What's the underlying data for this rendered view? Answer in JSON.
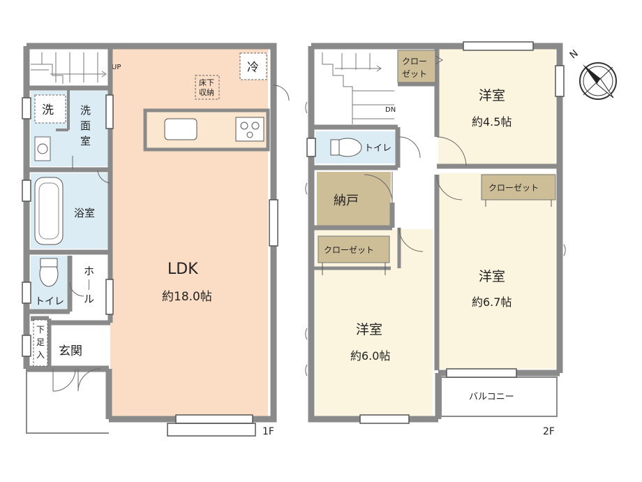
{
  "floor1": {
    "stairs_up": "UP",
    "fridge": "冷",
    "underfloor_storage_line1": "床下",
    "underfloor_storage_line2": "収納",
    "washer": "洗",
    "washroom_line1": "洗",
    "washroom_line2": "面",
    "washroom_line3": "室",
    "bath": "浴室",
    "toilet": "トイレ",
    "hall_line1": "ホ",
    "hall_line2": "｜",
    "hall_line3": "ル",
    "shoe_storage_line1": "下",
    "shoe_storage_line2": "足",
    "shoe_storage_line3": "入",
    "entrance": "玄関",
    "ldk_name": "LDK",
    "ldk_size": "約18.0帖",
    "floor_label": "1F"
  },
  "floor2": {
    "stairs_down": "DN",
    "closet_small_line1": "クロー",
    "closet_small_line2": "ゼット",
    "room_a_name": "洋室",
    "room_a_size": "約4.5帖",
    "toilet": "トイレ",
    "storage": "納戸",
    "closet_b": "クローゼット",
    "closet_c": "クローゼット",
    "room_b_name": "洋室",
    "room_b_size": "約6.7帖",
    "room_c_name": "洋室",
    "room_c_size": "約6.0帖",
    "balcony": "バルコニー",
    "floor_label": "2F"
  },
  "compass": {
    "north": "N"
  },
  "colors": {
    "wall": "#8a8a8a",
    "ldk_floor": "#fbdcc4",
    "wet_area": "#dcecf5",
    "bedroom": "#fbf4de",
    "storage": "#cdbe98",
    "counter": "#fbe7cf"
  }
}
